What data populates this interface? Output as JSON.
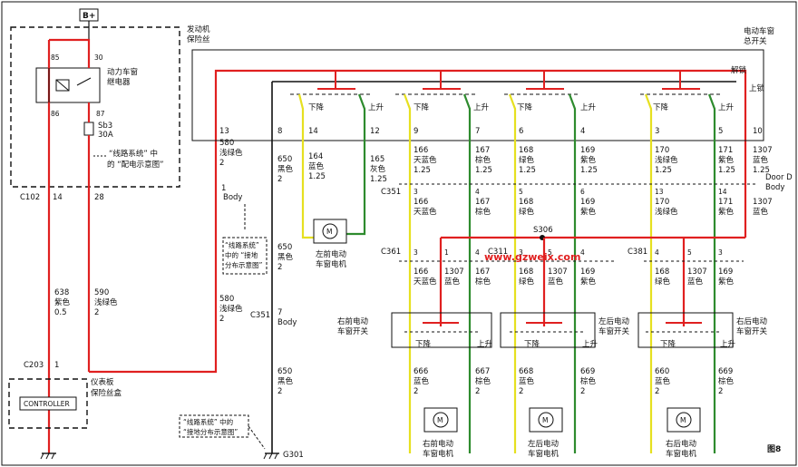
{
  "labels": {
    "battery": "B+",
    "relay_name_1": "动力车窗",
    "relay_name_2": "继电器",
    "relay_pin_85": "85",
    "relay_pin_30": "30",
    "relay_pin_86": "86",
    "relay_pin_87": "87",
    "fuse_sb3": "Sb3",
    "fuse_sb3_rating": "30A",
    "ref_power_1": "“线路系统” 中",
    "ref_power_2": "的 “配电示意图”",
    "c102": "C102",
    "c102_pin14": "14",
    "c102_pin28": "28",
    "engine_fuse_1": "发动机",
    "engine_fuse_2": "保险丝",
    "master_switch_1": "电动车窗",
    "master_switch_2": "总开关",
    "unlock": "解锁",
    "lock": "上锁",
    "down": "下降",
    "up": "上升",
    "pin13": "13",
    "w580_a": "580",
    "w580_b": "浅绿色",
    "w580_c": "2",
    "pin1_body": "1",
    "body_text": "Body",
    "ref_ground_1": "“线路系统”",
    "ref_ground_2": "中的 “接地",
    "ref_ground_3": "分布示意图”",
    "w638_a": "638",
    "w638_b": "紫色",
    "w638_c": "0.5",
    "w590_a": "590",
    "w590_b": "浅绿色",
    "w590_c": "2",
    "c203": "C203",
    "c203_pin": "1",
    "ip_fuse_1": "仪表板",
    "ip_fuse_2": "保险丝盒",
    "controller": "CONTROLLER",
    "pin8": "8",
    "w650_a": "650",
    "w650_b": "黑色",
    "w650_c": "2",
    "c351_left": "C351",
    "c351_left_pin": "7",
    "ref_ground2_1": "“线路系统” 中的",
    "ref_ground2_2": "“接地分布示意图”",
    "g301": "G301",
    "pin14": "14",
    "w164_a": "164",
    "w164_b": "蓝色",
    "w164_c": "1.25",
    "pin12": "12",
    "w165_a": "165",
    "w165_b": "灰色",
    "w165_c": "1.25",
    "lf_motor_1": "左前电动",
    "lf_motor_2": "车窗电机",
    "pin9": "9",
    "w166_a": "166",
    "w166_b": "天蓝色",
    "w166_c": "1.25",
    "pin7": "7",
    "w167_a": "167",
    "w167_b": "棕色",
    "w167_c": "1.25",
    "pin6": "6",
    "w168_a": "168",
    "w168_b": "绿色",
    "w168_c": "1.25",
    "pin4": "4",
    "w169_a": "169",
    "w169_b": "紫色",
    "w169_c": "1.25",
    "pin3": "3",
    "w170_a": "170",
    "w170_b": "浅绿色",
    "w170_c": "1.25",
    "pin5": "5",
    "w171_a": "171",
    "w171_b": "紫色",
    "w171_c": "1.25",
    "pin10": "10",
    "w1307_a": "1307",
    "w1307_b": "蓝色",
    "w1307_c": "1.25",
    "c351": "C351",
    "door_body_1": "Door D",
    "door_body_2": "Body",
    "s306": "S306",
    "c361": "C361",
    "c311": "C311",
    "c381": "C381",
    "watermark": "www.gzweix.com",
    "rf_switch_1": "右前电动",
    "rf_switch_2": "车窗开关",
    "lr_switch_1": "左后电动",
    "lr_switch_2": "车窗开关",
    "rr_switch_1": "右后电动",
    "rr_switch_2": "车窗开关",
    "w666_a": "666",
    "w666_b": "蓝色",
    "w666_c": "2",
    "w667_a": "667",
    "w667_b": "棕色",
    "w667_c": "2",
    "w668_a": "668",
    "w668_b": "蓝色",
    "w668_c": "2",
    "w669_a": "669",
    "w669_b": "棕色",
    "w669_c": "2",
    "w660_a": "660",
    "w660_b": "蓝色",
    "w660_c": "2",
    "rf_motor_1": "右前电动",
    "rf_motor_2": "车窗电机",
    "lr_motor_1": "左后电动",
    "lr_motor_2": "车窗电机",
    "rr_motor_1": "右后电动",
    "rr_motor_2": "车窗电机",
    "motor_symbol": "M",
    "figure": "图8"
  },
  "colors": {
    "red_wire": "#e02020",
    "green_wire": "#2e8b2e",
    "yellow_wire": "#e6e020",
    "black_wire": "#111111",
    "frame": "#111111"
  }
}
